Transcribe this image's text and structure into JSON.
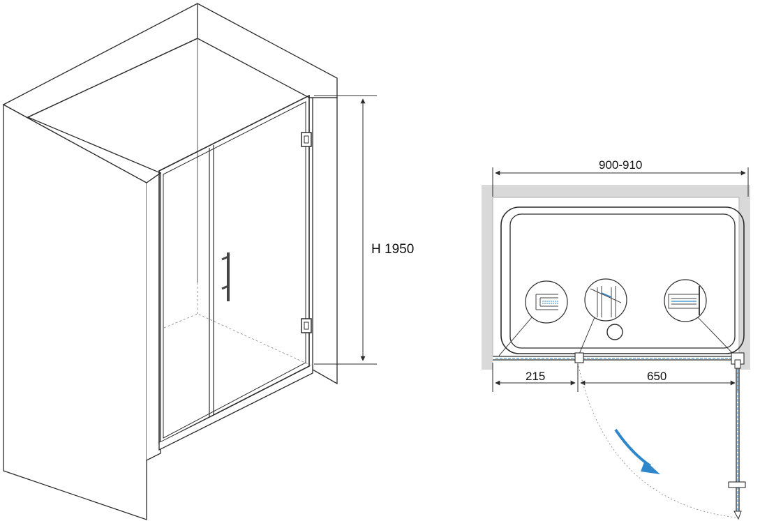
{
  "dimensions": {
    "height_label": "H 1950",
    "width_label": "900-910",
    "fixed_panel_label": "215",
    "door_label": "650"
  },
  "colors": {
    "line": "#2b2b2b",
    "wall_fill": "#d9d9d9",
    "accent": "#2f87c9",
    "dashed": "#9a9a9a"
  },
  "icons": [
    "hinge-icon",
    "handle-icon",
    "profile-detail-icon",
    "seal-detail-icon",
    "clamp-detail-icon",
    "swing-arrow-icon"
  ]
}
